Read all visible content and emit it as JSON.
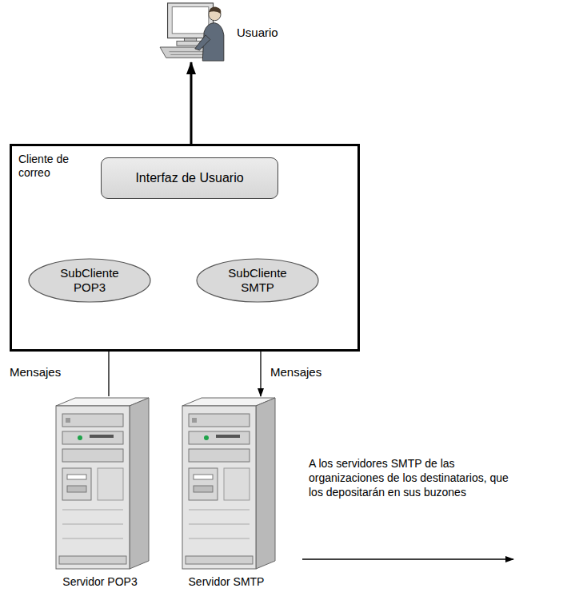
{
  "diagram": {
    "nodes": [
      {
        "text": [
          "Usuario"
        ]
      },
      {
        "text": [
          "Cliente de correo"
        ]
      },
      {
        "text": [
          "Interfaz de Usuario"
        ],
        "in": 1
      },
      {
        "text": [
          "SubCliente POP3"
        ],
        "in": 1
      },
      {
        "text": [
          "SubCliente SMTP"
        ],
        "in": 1
      },
      {
        "text": [
          "Servidor POP3"
        ]
      },
      {
        "text": [
          "Servidor SMTP"
        ]
      }
    ],
    "edges": [
      {
        "from": 0,
        "to": 2,
        "arrow": "both"
      },
      {
        "from": 2,
        "to": 3,
        "arrow": "both"
      },
      {
        "from": 2,
        "to": 4,
        "arrow": "both"
      },
      {
        "from": 5,
        "to": 3,
        "label": "Mensajes",
        "arrow": "to"
      },
      {
        "from": 4,
        "to": 6,
        "label": "Mensajes",
        "arrow": "to"
      }
    ],
    "labels": [
      "A los servidores SMTP de las organizaciones de los destinatarios, que los depositarán en sus buzones"
    ]
  }
}
